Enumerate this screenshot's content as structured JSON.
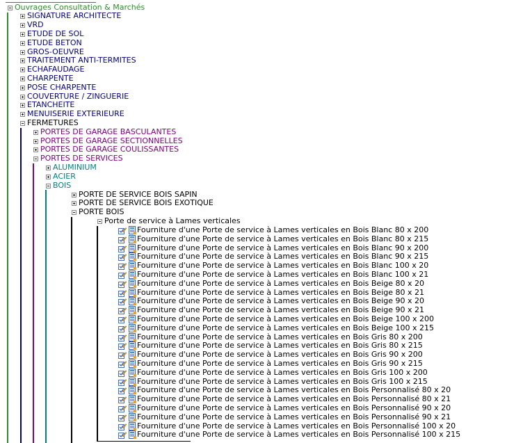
{
  "tree": {
    "root": {
      "label": "Ouvrages Consultation & Marchés",
      "expanded": true
    },
    "level1": [
      {
        "label": "SIGNATURE ARCHITECTE",
        "expanded": false
      },
      {
        "label": "VRD",
        "expanded": false
      },
      {
        "label": "ETUDE DE SOL",
        "expanded": false
      },
      {
        "label": "ETUDE BETON",
        "expanded": false
      },
      {
        "label": "GROS-OEUVRE",
        "expanded": false
      },
      {
        "label": "TRAITEMENT ANTI-TERMITES",
        "expanded": false
      },
      {
        "label": "ECHAFAUDAGE",
        "expanded": false
      },
      {
        "label": "CHARPENTE",
        "expanded": false
      },
      {
        "label": "POSE CHARPENTE",
        "expanded": false
      },
      {
        "label": "COUVERTURE / ZINGUERIE",
        "expanded": false
      },
      {
        "label": "ETANCHEITE",
        "expanded": false
      },
      {
        "label": "MENUISERIE EXTERIEURE",
        "expanded": false
      },
      {
        "label": "FERMETURES",
        "expanded": true
      }
    ],
    "fermetures_children": [
      {
        "label": "PORTES DE GARAGE BASCULANTES",
        "expanded": false
      },
      {
        "label": "PORTES DE GARAGE SECTIONNELLES",
        "expanded": false
      },
      {
        "label": "PORTES DE GARAGE COULISSANTES",
        "expanded": false
      },
      {
        "label": "PORTES DE SERVICES",
        "expanded": true
      }
    ],
    "services_children": [
      {
        "label": "ALUMINIUM",
        "expanded": false
      },
      {
        "label": "ACIER",
        "expanded": false
      },
      {
        "label": "BOIS",
        "expanded": true
      }
    ],
    "bois_children": [
      {
        "label": "PORTE DE SERVICE BOIS SAPIN",
        "expanded": false
      },
      {
        "label": "PORTE DE SERVICE BOIS EXOTIQUE",
        "expanded": false
      },
      {
        "label": "PORTE BOIS",
        "expanded": true
      }
    ],
    "porte_bois_children": [
      {
        "label": "Porte de service à Lames verticales",
        "expanded": true
      }
    ],
    "items": [
      {
        "label": "Fourniture d'une Porte de service à Lames verticales en Bois Blanc 80 x 200"
      },
      {
        "label": "Fourniture d'une Porte de service à Lames verticales en Bois Blanc 80 x 215"
      },
      {
        "label": "Fourniture d'une Porte de service à Lames verticales en Bois Blanc 90 x 200"
      },
      {
        "label": "Fourniture d'une Porte de service à Lames verticales en Bois Blanc 90 x 215"
      },
      {
        "label": "Fourniture d'une Porte de service à Lames verticales en Bois Blanc 100 x 20"
      },
      {
        "label": "Fourniture d'une Porte de service à Lames verticales en Bois Blanc 100 x 21"
      },
      {
        "label": "Fourniture d'une Porte de service à Lames verticales en Bois Beige 80 x 20"
      },
      {
        "label": "Fourniture d'une Porte de service à Lames verticales en Bois Beige 80 x 21"
      },
      {
        "label": "Fourniture d'une Porte de service à Lames verticales en Bois Beige 90 x 20"
      },
      {
        "label": "Fourniture d'une Porte de service à Lames verticales en Bois Beige 90 x 21"
      },
      {
        "label": "Fourniture d'une Porte de service à Lames verticales en Bois Beige 100 x 200"
      },
      {
        "label": "Fourniture d'une Porte de service à Lames verticales en Bois Beige 100 x 215"
      },
      {
        "label": "Fourniture d'une Porte de service à Lames verticales en Bois Gris 80 x 200"
      },
      {
        "label": "Fourniture d'une Porte de service à Lames verticales en Bois Gris 80 x 215"
      },
      {
        "label": "Fourniture d'une Porte de service à Lames verticales en Bois Gris 90 x 200"
      },
      {
        "label": "Fourniture d'une Porte de service à Lames verticales en Bois Gris 90 x 215"
      },
      {
        "label": "Fourniture d'une Porte de service à Lames verticales en Bois Gris 100 x 200"
      },
      {
        "label": "Fourniture d'une Porte de service à Lames verticales en Bois Gris 100 x 215"
      },
      {
        "label": "Fourniture d'une Porte de service à Lames verticales en Bois Personnalisé 80 x 20"
      },
      {
        "label": "Fourniture d'une Porte de service à Lames verticales en Bois Personnalisé 80 x 21"
      },
      {
        "label": "Fourniture d'une Porte de service à Lames verticales en Bois Personnalisé 90 x 20"
      },
      {
        "label": "Fourniture d'une Porte de service à Lames verticales en Bois Personnalisé 90 x 21"
      },
      {
        "label": "Fourniture d'une Porte de service à Lames verticales en Bois Personnalisé 100 x 20"
      },
      {
        "label": "Fourniture d'une Porte de service à Lames verticales en Bois Personnalisé 100 x 215"
      }
    ]
  },
  "icons": {
    "expanded_toggle": "minus-box-icon",
    "collapsed_toggle": "plus-box-icon",
    "item_icon_1": "pencil-checkbox-icon",
    "item_icon_2": "document-icon"
  },
  "colors": {
    "root": "#2e8b2e",
    "level1": "#000080",
    "level1_expanded": "#000000",
    "level2": "#800080",
    "level3": "#008080",
    "level4": "#000000",
    "line_root": "#2e8b2e",
    "line_fermetures": "#000080",
    "line_services": "#800080",
    "line_bois": "#008080",
    "line_porte_bois": "#000000"
  }
}
